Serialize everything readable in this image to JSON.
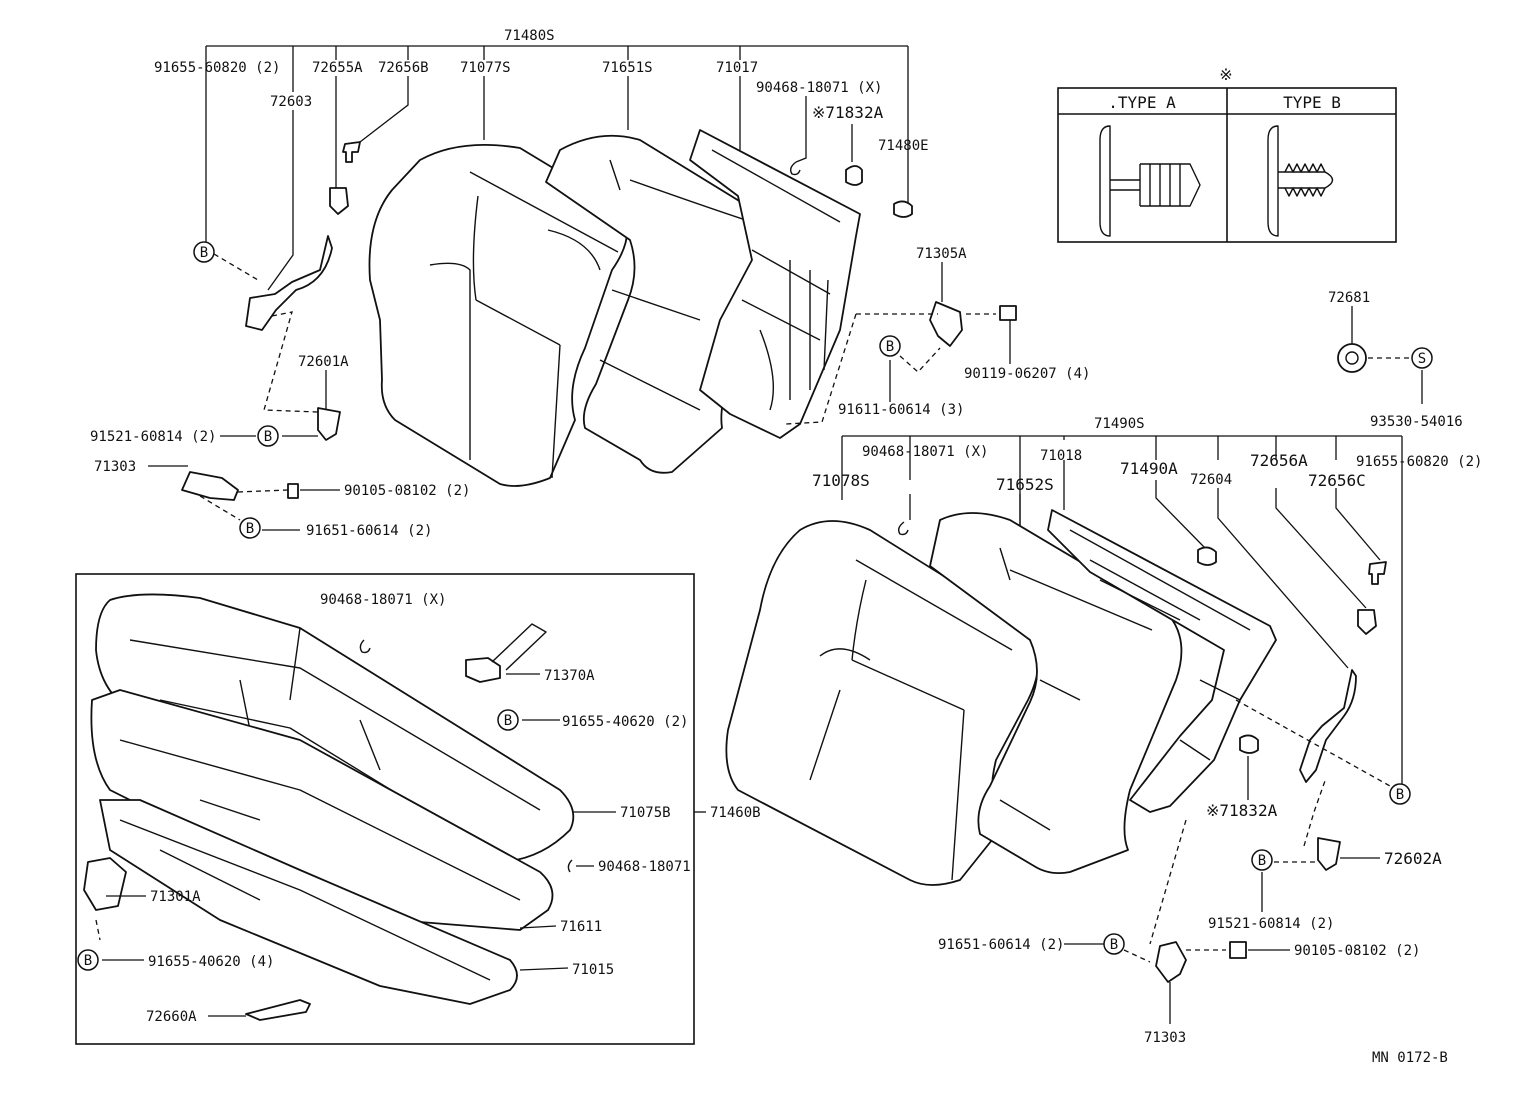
{
  "drawing_code": "MN 0172-B",
  "type_legend": {
    "mark": "※",
    "type_a": ".TYPE A",
    "type_b": "TYPE B"
  },
  "callouts": {
    "p71480S": "71480S",
    "p91655_60820_l": "91655-60820 (2)",
    "p72655A": "72655A",
    "p72656B": "72656B",
    "p71077S": "71077S",
    "p71651S": "71651S",
    "p71017": "71017",
    "p90468_18071x_a": "90468-18071 (X)",
    "p71832A_a": "※71832A",
    "p71480E": "71480E",
    "p72603": "72603",
    "p71305A": "71305A",
    "p90119_06207": "90119-06207 (4)",
    "p91611_60614": "91611-60614 (3)",
    "p72601A": "72601A",
    "p91521_60814_l": "91521-60814 (2)",
    "p71303_l": "71303",
    "p90105_08102_l": "90105-08102 (2)",
    "p91651_60614_l": "91651-60614 (2)",
    "p72681": "72681",
    "p93530_54016": "93530-54016",
    "p71490S": "71490S",
    "p90468_18071x_b": "90468-18071 (X)",
    "p71018": "71018",
    "p91655_60820_r": "91655-60820 (2)",
    "p71078S": "71078S",
    "p71652S": "71652S",
    "p71490A": "71490A",
    "p72604": "72604",
    "p72656A": "72656A",
    "p72656C": "72656C",
    "p90468_18071x_c": "90468-18071 (X)",
    "p71370A": "71370A",
    "p91655_40620_2": "91655-40620 (2)",
    "p71075B": "71075B",
    "p71460B": "71460B",
    "p90468_18071": "90468-18071",
    "p71301A": "71301A",
    "p71611": "71611",
    "p91655_40620_4": "91655-40620 (4)",
    "p71015": "71015",
    "p72660A": "72660A",
    "p71832A_b": "※71832A",
    "p72602A": "72602A",
    "p91521_60814_r": "91521-60814 (2)",
    "p91651_60614_r": "91651-60614 (2)",
    "p90105_08102_r": "90105-08102 (2)",
    "p71303_r": "71303"
  },
  "badges": {
    "b": "B",
    "s": "S"
  }
}
